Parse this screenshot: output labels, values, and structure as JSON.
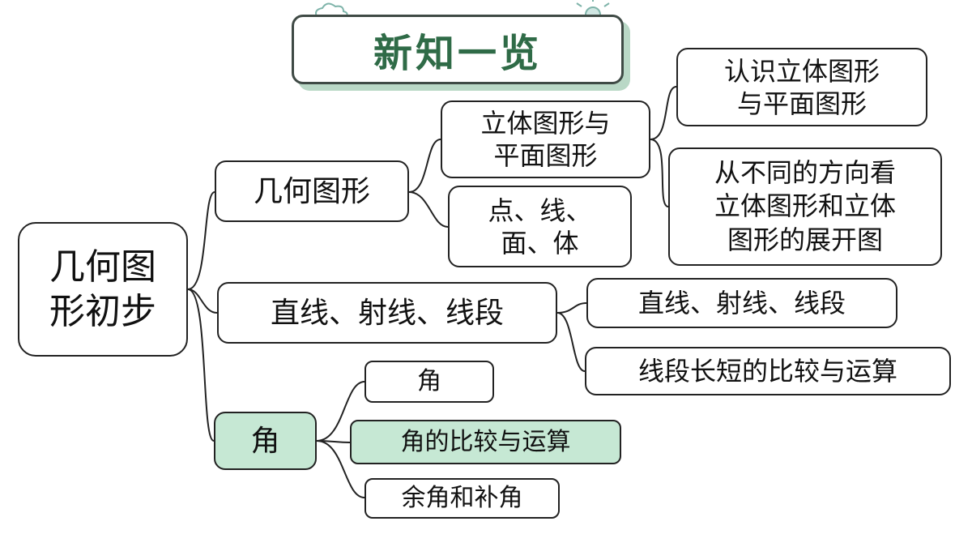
{
  "title": "新知一览",
  "colors": {
    "title_text": "#2f6b47",
    "highlight": "#c6e8d4",
    "border": "#222222",
    "cloud": "#a9cfc9"
  },
  "icons": [
    "cloud-icon",
    "sun-icon"
  ],
  "mindmap": {
    "root": {
      "line1": "几何图",
      "line2": "形初步"
    },
    "branches": [
      {
        "label": "几何图形",
        "children": [
          {
            "line1": "立体图形与",
            "line2": "平面图形",
            "children": [
              {
                "line1": "认识立体图形",
                "line2": "与平面图形"
              },
              {
                "line1": "从不同的方向看",
                "line2": "立体图形和立体",
                "line3": "图形的展开图"
              }
            ]
          },
          {
            "line1": "点、线、",
            "line2": "面、体"
          }
        ]
      },
      {
        "label": "直线、射线、线段",
        "children": [
          {
            "label": "直线、射线、线段"
          },
          {
            "label": "线段长短的比较与运算"
          }
        ]
      },
      {
        "label": "角",
        "children": [
          {
            "label": "角"
          },
          {
            "label": "角的比较与运算"
          },
          {
            "label": "余角和补角"
          }
        ]
      }
    ]
  }
}
